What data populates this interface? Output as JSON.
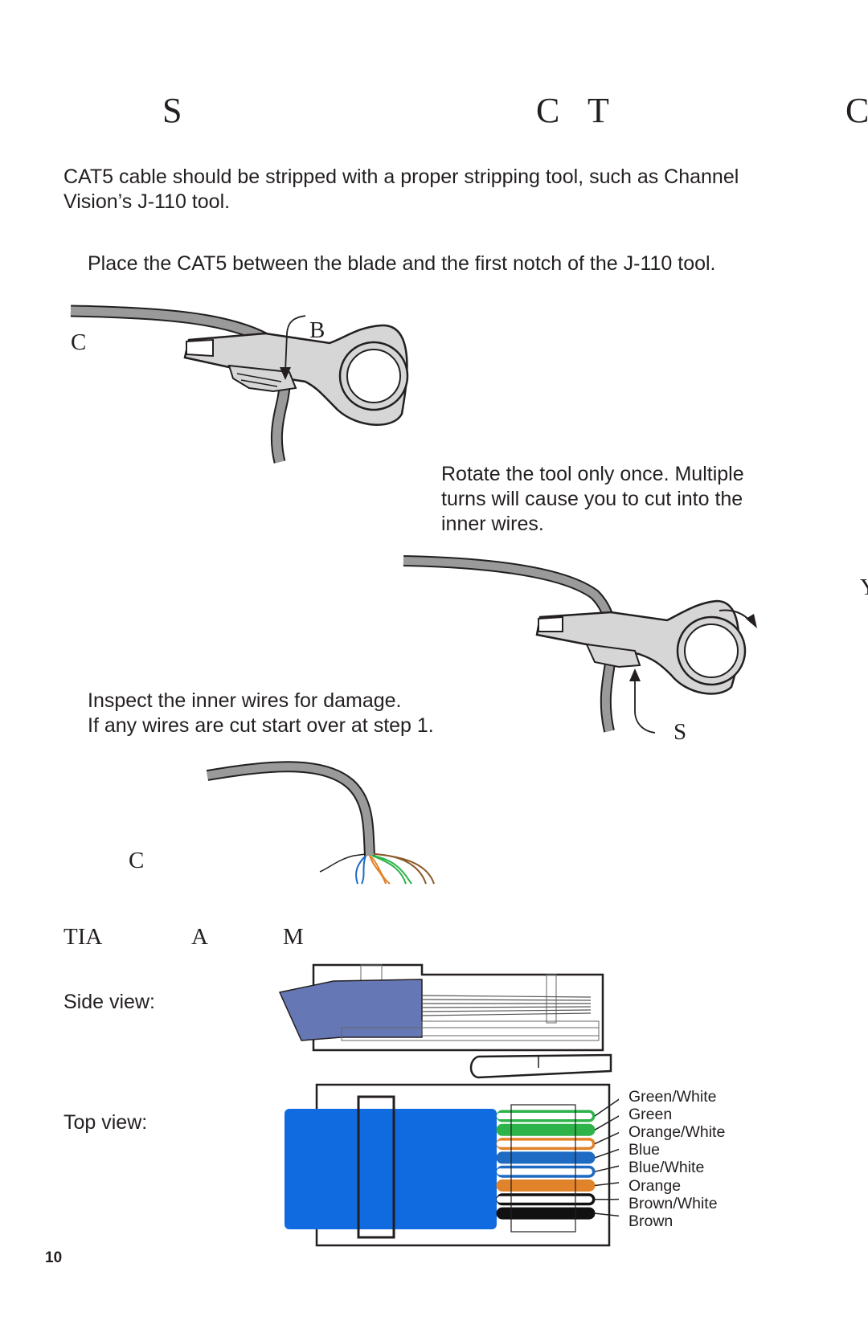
{
  "heading": {
    "letters": [
      "S",
      "C",
      "T",
      "C"
    ]
  },
  "intro_text_line1": "CAT5 cable should be stripped with a proper stripping tool, such as Channel",
  "intro_text_line2": "Vision’s J-110 tool.",
  "step1_text": "Place the CAT5 between the blade and the first notch of the J-110 tool.",
  "figure1": {
    "label_c": "C",
    "label_b": "B"
  },
  "step2_text_line1": "Rotate the tool only once. Multiple",
  "step2_text_line2": "turns will cause you to cut into the",
  "step2_text_line3": "inner wires.",
  "figure2": {
    "label_s": "S",
    "edge_mark": "Y"
  },
  "step3_text_line1": "Inspect the inner wires for damage.",
  "step3_text_line2": "If any wires are cut start over at step 1.",
  "figure3": {
    "label_c": "C"
  },
  "tia_heading": {
    "part1": "TIA",
    "part2": "A",
    "part3": "M"
  },
  "side_view_label": "Side view:",
  "top_view_label": "Top view:",
  "wires": [
    {
      "label": "Green/White",
      "color": "#2db34a",
      "striped": true
    },
    {
      "label": "Green",
      "color": "#2db34a",
      "striped": false
    },
    {
      "label": "Orange/White",
      "color": "#e0832a",
      "striped": true
    },
    {
      "label": "Blue",
      "color": "#1f6ac2",
      "striped": false
    },
    {
      "label": "Blue/White",
      "color": "#1f6ac2",
      "striped": true
    },
    {
      "label": "Orange",
      "color": "#e0832a",
      "striped": false
    },
    {
      "label": "Brown/White",
      "color": "#111111",
      "striped": true
    },
    {
      "label": "Brown",
      "color": "#111111",
      "striped": false
    }
  ],
  "colors": {
    "tool_fill": "#d6d6d6",
    "cable_gray": "#9a9a9a",
    "jacket_blue": "#116be0",
    "side_jacket": "#6677b5"
  },
  "page_number": "10"
}
